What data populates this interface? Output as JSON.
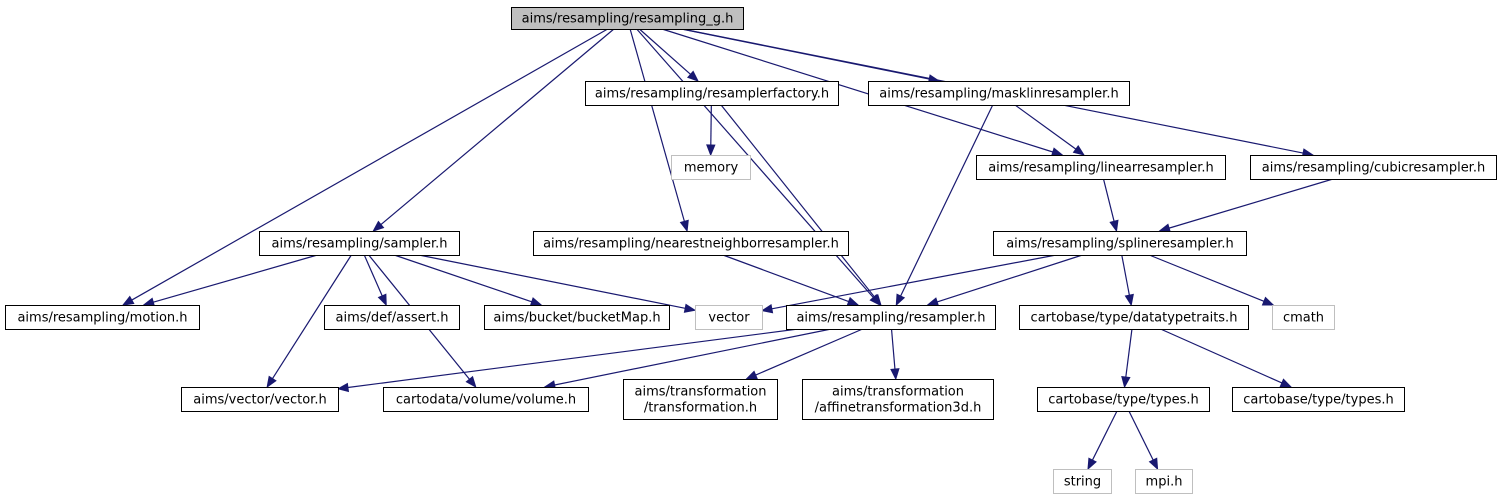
{
  "colors": {
    "root_fill": "#bfbfbf",
    "edge": "#191970",
    "node_border": "#000000",
    "external_border": "#bfbfbf",
    "background": "#ffffff"
  },
  "nodes": {
    "resampling_g": {
      "lines": [
        "aims/resampling/resampling_g.h"
      ],
      "kind": "root"
    },
    "resamplerfactory": {
      "lines": [
        "aims/resampling/resamplerfactory.h"
      ],
      "kind": "header"
    },
    "masklinresampler": {
      "lines": [
        "aims/resampling/masklinresampler.h"
      ],
      "kind": "header"
    },
    "memory": {
      "lines": [
        "memory"
      ],
      "kind": "external"
    },
    "linearresampler": {
      "lines": [
        "aims/resampling/linearresampler.h"
      ],
      "kind": "header"
    },
    "cubicresampler": {
      "lines": [
        "aims/resampling/cubicresampler.h"
      ],
      "kind": "header"
    },
    "sampler": {
      "lines": [
        "aims/resampling/sampler.h"
      ],
      "kind": "header"
    },
    "nearestneighbor": {
      "lines": [
        "aims/resampling/nearestneighborresampler.h"
      ],
      "kind": "header"
    },
    "splineresampler": {
      "lines": [
        "aims/resampling/splineresampler.h"
      ],
      "kind": "header"
    },
    "motion": {
      "lines": [
        "aims/resampling/motion.h"
      ],
      "kind": "header"
    },
    "assert": {
      "lines": [
        "aims/def/assert.h"
      ],
      "kind": "header"
    },
    "bucketMap": {
      "lines": [
        "aims/bucket/bucketMap.h"
      ],
      "kind": "header"
    },
    "vector_std": {
      "lines": [
        "vector"
      ],
      "kind": "external"
    },
    "resampler": {
      "lines": [
        "aims/resampling/resampler.h"
      ],
      "kind": "header"
    },
    "datatypetraits": {
      "lines": [
        "cartobase/type/datatypetraits.h"
      ],
      "kind": "header"
    },
    "cmath": {
      "lines": [
        "cmath"
      ],
      "kind": "external"
    },
    "aims_vector": {
      "lines": [
        "aims/vector/vector.h"
      ],
      "kind": "header"
    },
    "volume": {
      "lines": [
        "cartodata/volume/volume.h"
      ],
      "kind": "header"
    },
    "transformation": {
      "lines": [
        "aims/transformation",
        "/transformation.h"
      ],
      "kind": "header"
    },
    "affinetransformation3d": {
      "lines": [
        "aims/transformation",
        "/affinetransformation3d.h"
      ],
      "kind": "header"
    },
    "types_a": {
      "lines": [
        "cartobase/type/types.h"
      ],
      "kind": "header"
    },
    "types_b": {
      "lines": [
        "cartobase/type/types.h"
      ],
      "kind": "header"
    },
    "string": {
      "lines": [
        "string"
      ],
      "kind": "external"
    },
    "mpi": {
      "lines": [
        "mpi.h"
      ],
      "kind": "external"
    }
  },
  "edges": [
    [
      "resampling_g",
      "resamplerfactory"
    ],
    [
      "resampling_g",
      "masklinresampler"
    ],
    [
      "resampling_g",
      "linearresampler"
    ],
    [
      "resampling_g",
      "cubicresampler"
    ],
    [
      "resampling_g",
      "sampler"
    ],
    [
      "resampling_g",
      "nearestneighbor"
    ],
    [
      "resampling_g",
      "motion"
    ],
    [
      "resampling_g",
      "resampler"
    ],
    [
      "resamplerfactory",
      "memory"
    ],
    [
      "resamplerfactory",
      "resampler"
    ],
    [
      "masklinresampler",
      "linearresampler"
    ],
    [
      "masklinresampler",
      "resampler"
    ],
    [
      "linearresampler",
      "splineresampler"
    ],
    [
      "cubicresampler",
      "splineresampler"
    ],
    [
      "splineresampler",
      "vector_std"
    ],
    [
      "splineresampler",
      "resampler"
    ],
    [
      "splineresampler",
      "datatypetraits"
    ],
    [
      "splineresampler",
      "cmath"
    ],
    [
      "nearestneighbor",
      "resampler"
    ],
    [
      "sampler",
      "motion"
    ],
    [
      "sampler",
      "assert"
    ],
    [
      "sampler",
      "bucketMap"
    ],
    [
      "sampler",
      "vector_std"
    ],
    [
      "sampler",
      "aims_vector"
    ],
    [
      "sampler",
      "volume"
    ],
    [
      "resampler",
      "aims_vector"
    ],
    [
      "resampler",
      "volume"
    ],
    [
      "resampler",
      "transformation"
    ],
    [
      "resampler",
      "affinetransformation3d"
    ],
    [
      "datatypetraits",
      "types_a"
    ],
    [
      "datatypetraits",
      "types_b"
    ],
    [
      "types_a",
      "string"
    ],
    [
      "types_a",
      "mpi"
    ]
  ]
}
